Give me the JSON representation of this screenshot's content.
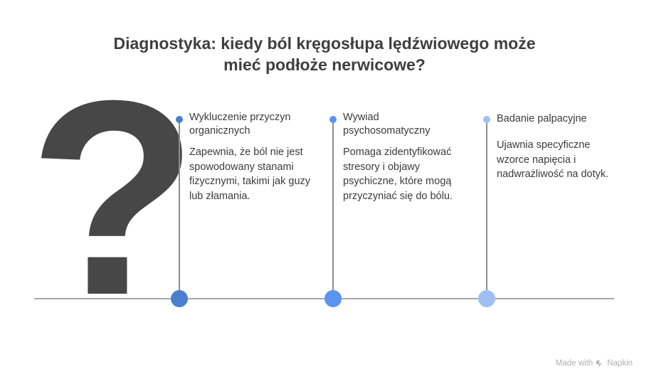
{
  "title": {
    "line1": "Diagnostyka: kiedy ból kręgosłupa lędźwiowego może",
    "line2": "mieć podłoże nerwicowe?"
  },
  "steps": [
    {
      "heading": "Wykluczenie przyczyn organicznych",
      "description": "Zapewnia, że ból nie jest spowodowany stanami fizycznymi, takimi jak guzy lub złamania.",
      "color": "#4a7fd0"
    },
    {
      "heading": "Wywiad psychosomatyczny",
      "description": "Pomaga zidentyfikować stresory i objawy psychiczne, które mogą przyczyniać się do bólu.",
      "color": "#5b93f0"
    },
    {
      "heading": "Badanie palpacyjne",
      "description": "Ujawnia specyficzne wzorce napięcia i nadwrażliwość na dotyk.",
      "color": "#9dbff5"
    }
  ],
  "decoration": {
    "icon": "question-mark-icon",
    "glyph": "?"
  },
  "footer": {
    "made_with": "Made with",
    "brand": "Napkin"
  }
}
